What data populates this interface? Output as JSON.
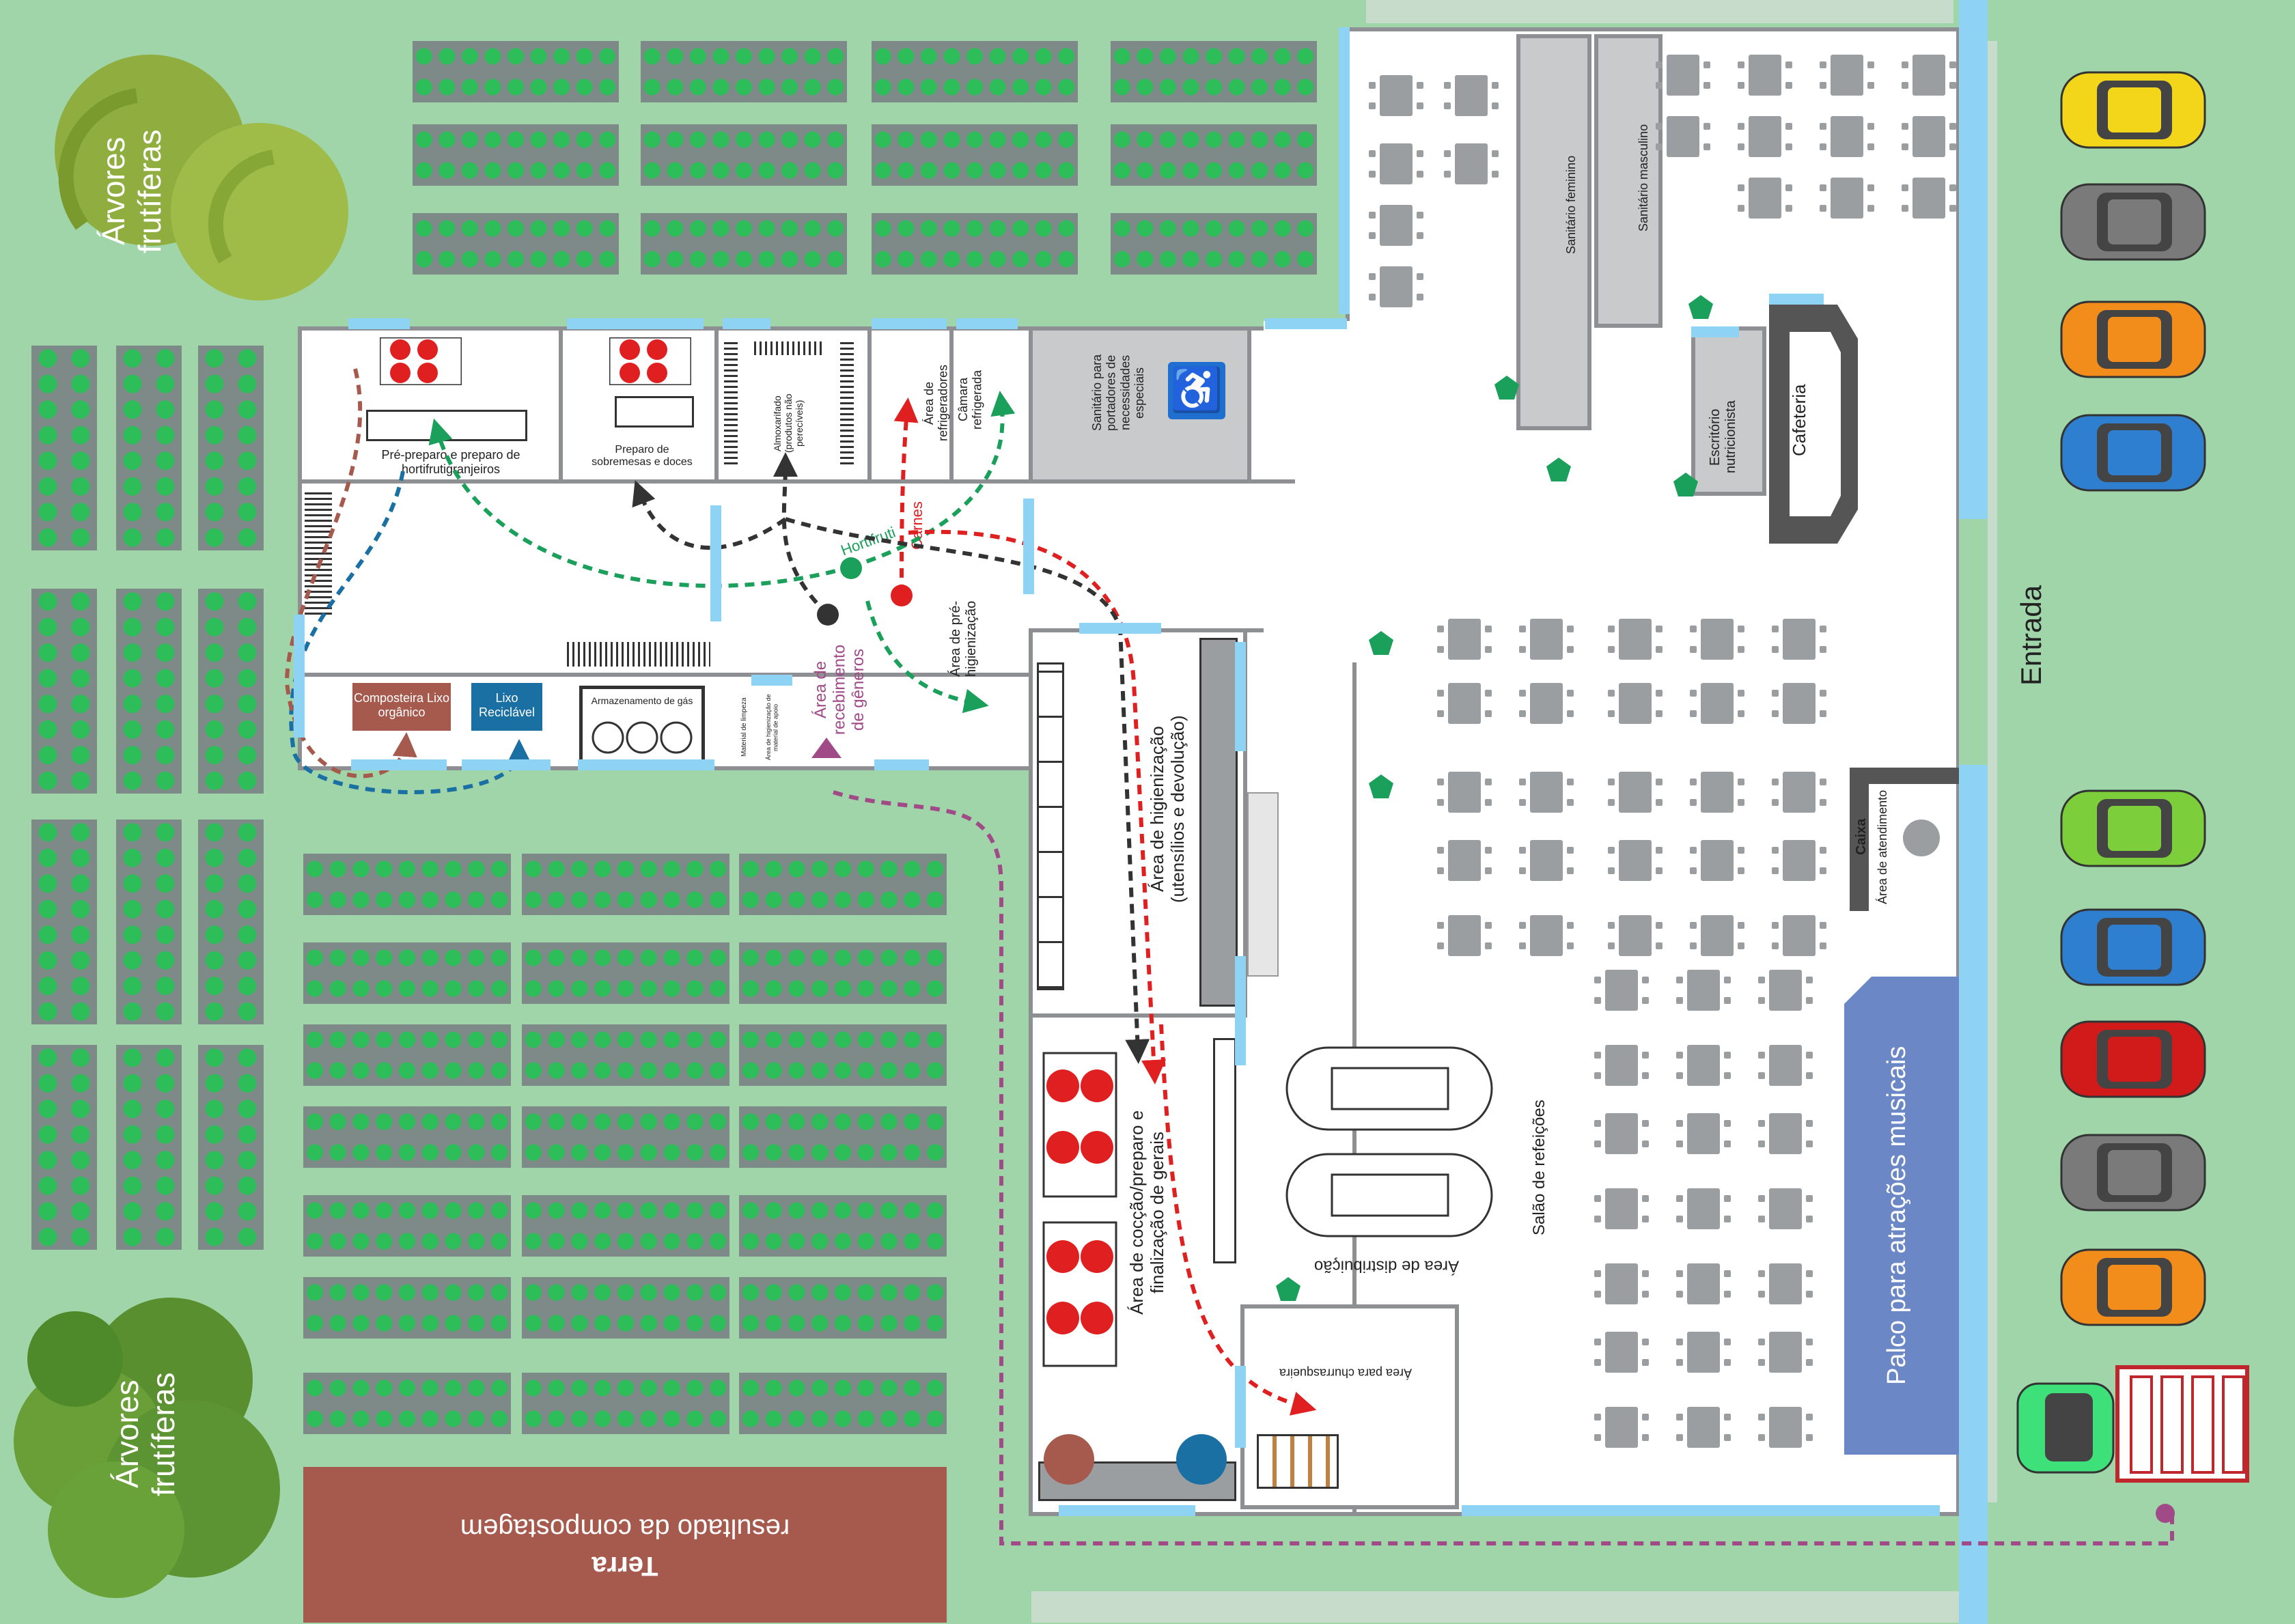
{
  "labels": {
    "arvores_top": "Árvores frutíferas",
    "arvores_bottom": "Árvores frutíferas",
    "terra_title": "Terra",
    "terra_sub": "resultado da compostagem",
    "preparo_horti": "Pré-preparo e preparo de hortifrutigranjeiros",
    "preparo_sobremesas": "Preparo de sobremesas e doces",
    "almoxarifado": "Almoxarifado (produtos não perecíveis)",
    "area_refrigeradores": "Área de refrigeradores",
    "camara_refrigerada": "Câmara refrigerada",
    "sanitario_pne": "Sanitário para portadores de necessidades especiais",
    "sanitario_feminino": "Sanitário feminino",
    "sanitario_masculino": "Sanitário masculino",
    "escritorio": "Escritório nutricionista",
    "cafeteria": "Cafeteria",
    "entrada": "Entrada",
    "caixa": "Caixa",
    "area_atendimento": "Área de atendimento",
    "palco": "Palco para atrações musicais",
    "composteira": "Composteira Lixo orgânico",
    "lixo_reciclavel": "Lixo Reciclável",
    "armazenamento_gas": "Armazenamento de gás",
    "material_limpeza": "Material de limpeza",
    "area_higienizacao_material": "Área de higienização de material de apoio",
    "area_recebimento": "Área de recebimento de gêneros",
    "area_pre_higienizacao": "Área de pré-higienização",
    "hortifruti": "Hortifruti",
    "carnes": "Carnes",
    "area_higienizacao": "Área de higienização (utensílios e devolução)",
    "area_coccao": "Área de cocção/preparo e finalização de gerais",
    "area_churrasqueira": "Área para churrasqueira",
    "area_distribuicao": "Área de distribuição",
    "salao_refeicoes": "Salão de refeições"
  },
  "colors": {
    "grass": "#9fd5a8",
    "bed": "#7d8a88",
    "plant": "#2dbe5a",
    "wall": "#8d8f92",
    "window": "#8fd3f4",
    "terra": "#a65a4d",
    "stage": "#6b87c6",
    "flow_green": "#1aa05a",
    "flow_red": "#e02020",
    "flow_black": "#333333",
    "flow_blue": "#1a6fa3",
    "flow_brown": "#a65a4d",
    "flow_purple": "#a04a88"
  },
  "icons": [
    "wheelchair-icon",
    "plant-bed-icon",
    "fruit-tree-icon",
    "car-icon",
    "truck-icon",
    "stove-icon",
    "table-icon",
    "pentagon-plant-icon"
  ]
}
